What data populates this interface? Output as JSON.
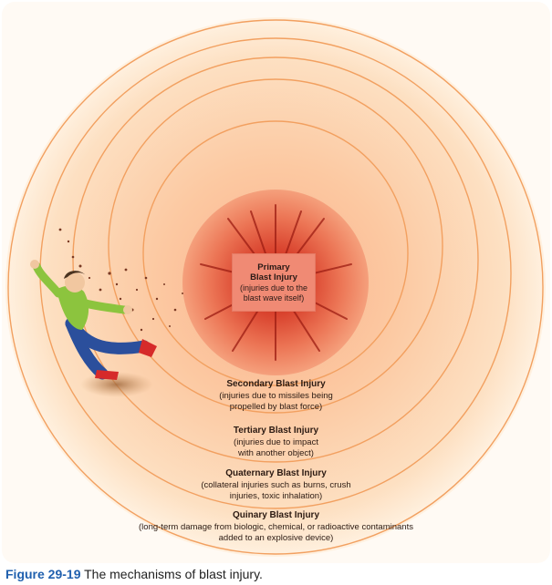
{
  "primary": {
    "title_line1": "Primary",
    "title_line2": "Blast Injury",
    "desc_line1": "(injuries due to the",
    "desc_line2": "blast wave itself)"
  },
  "secondary": {
    "title": "Secondary Blast Injury",
    "desc_line1": "(injuries due to missiles being",
    "desc_line2": "propelled by blast force)"
  },
  "tertiary": {
    "title": "Tertiary Blast Injury",
    "desc_line1": "(injuries due to impact",
    "desc_line2": "with another object)"
  },
  "quaternary": {
    "title": "Quaternary Blast Injury",
    "desc_line1": "(collateral injuries such as burns, crush",
    "desc_line2": "injuries, toxic inhalation)"
  },
  "quinary": {
    "title": "Quinary Blast Injury",
    "desc_line1": "(long-term damage from biologic, chemical, or radioactive contaminants",
    "desc_line2": "added to an explosive device)"
  },
  "caption": {
    "figure_number": "Figure 29-19",
    "text": " The mechanisms of blast injury."
  },
  "colors": {
    "ring_line": "#f0a060",
    "outer_glow": "#fde3c4",
    "core": "#e2563a",
    "caption_accent": "#2060ae"
  }
}
